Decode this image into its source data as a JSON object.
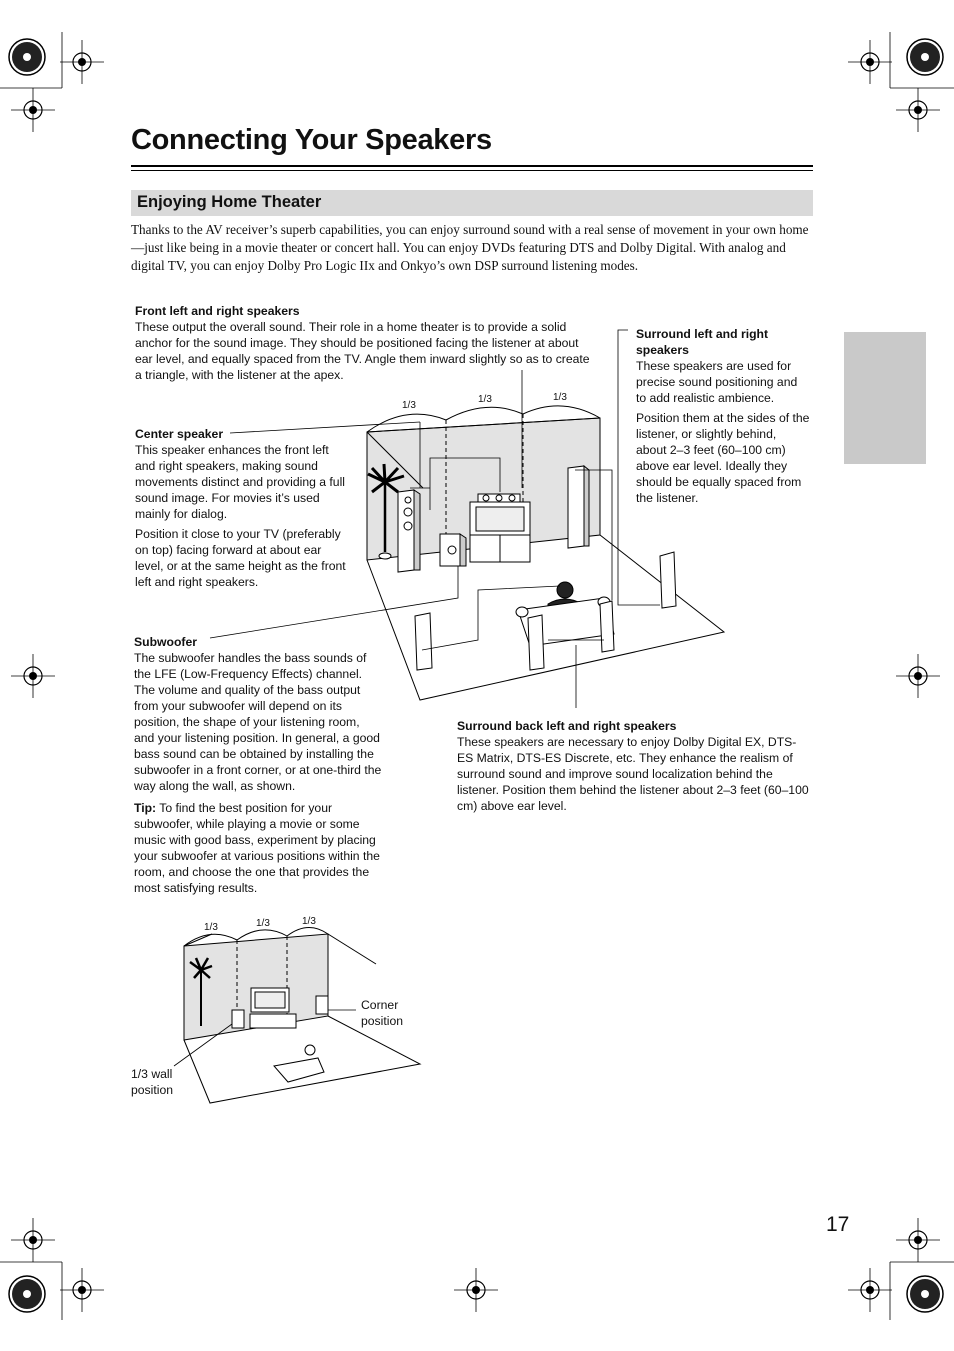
{
  "page": {
    "title": "Connecting Your Speakers",
    "section_title": "Enjoying Home Theater",
    "intro": "Thanks to the AV receiver’s superb capabilities, you can enjoy surround sound with a real sense of movement in your own home—just like being in a movie theater or concert hall. You can enjoy DVDs featuring DTS and Dolby Digital. With analog and digital TV, you can enjoy Dolby Pro Logic IIx and Onkyo’s own DSP surround listening modes.",
    "page_number": "17"
  },
  "front": {
    "heading": "Front left and right speakers",
    "text": "These output the overall sound. Their role in a home theater is to provide a solid anchor for the sound image. They should be positioned facing the listener at about ear level, and equally spaced from the TV. Angle them inward slightly so as to create a triangle, with the listener at the apex."
  },
  "center": {
    "heading": "Center speaker",
    "text1": "This speaker enhances the front left and right speakers, making sound movements distinct and providing a full sound image. For movies it’s used mainly for dialog.",
    "text2": "Position it close to your TV (preferably on top) facing forward at about ear level, or at the same height as the front left and right speakers."
  },
  "surround": {
    "heading": "Surround left and right speakers",
    "text1": "These speakers are used for precise sound positioning and to add realistic ambience.",
    "text2": "Position them at the sides of the listener, or slightly behind, about 2–3 feet (60–100 cm) above ear level. Ideally they should be equally spaced from the listener."
  },
  "subwoofer": {
    "heading": "Subwoofer",
    "text": "The subwoofer handles the bass sounds of the LFE (Low-Frequency Effects) channel. The volume and quality of the bass output from your subwoofer will depend on its position, the shape of your listening room, and your listening position. In general, a good bass sound can be obtained by installing the subwoofer in a front corner, or at one-third the way along the wall, as shown.",
    "tip_label": "Tip:",
    "tip_text": " To find the best position for your subwoofer, while playing a movie or some music with good bass, experiment by placing your subwoofer at various positions within the room, and choose the one that provides the most satisfying results."
  },
  "surround_back": {
    "heading": "Surround back left and right speakers",
    "text": "These speakers are necessary to enjoy Dolby Digital EX, DTS-ES Matrix, DTS-ES Discrete, etc. They enhance the realism of surround sound and improve sound localization behind the listener. Position them behind the listener about 2–3 feet (60–100 cm) above ear level."
  },
  "diagram": {
    "fraction_label": "1/3",
    "corner_label": "Corner position",
    "wall_label": "1/3 wall position"
  }
}
